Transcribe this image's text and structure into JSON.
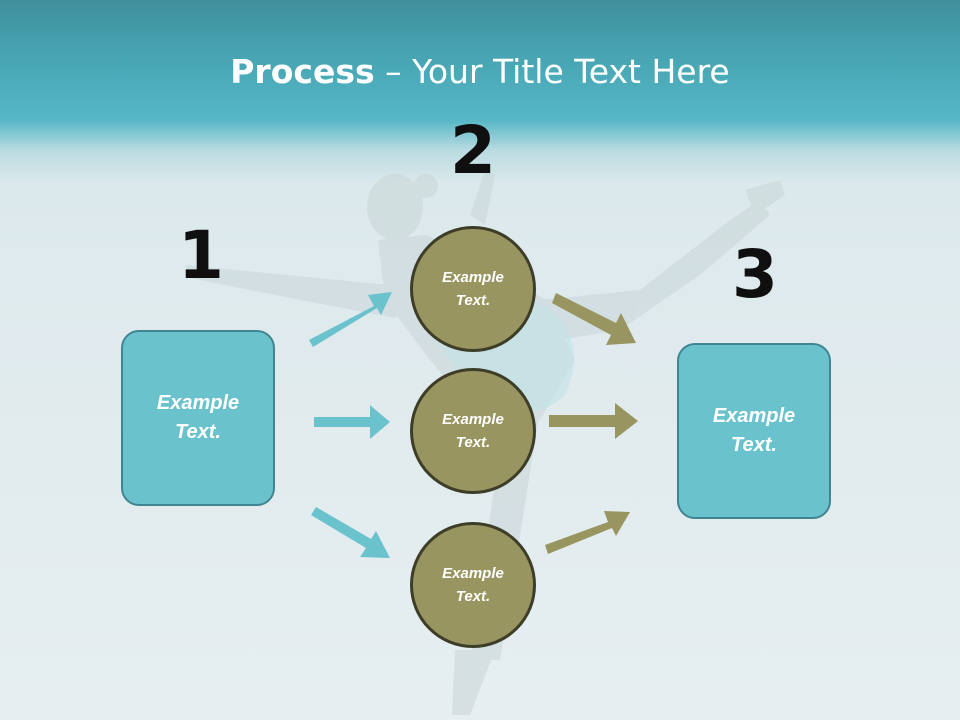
{
  "title": {
    "bold": "Process",
    "rest": " – Your Title Text Here"
  },
  "steps": {
    "one": "1",
    "two": "2",
    "three": "3"
  },
  "left_box": {
    "text": "Example Text."
  },
  "circles": [
    {
      "text": "Example Text."
    },
    {
      "text": "Example Text."
    },
    {
      "text": "Example Text."
    }
  ],
  "right_box": {
    "text": "Example Text."
  },
  "colors": {
    "box": "#6ac2cd",
    "circle": "#989561",
    "teal_arrow": "#6ac2cd",
    "olive_arrow": "#989561"
  }
}
